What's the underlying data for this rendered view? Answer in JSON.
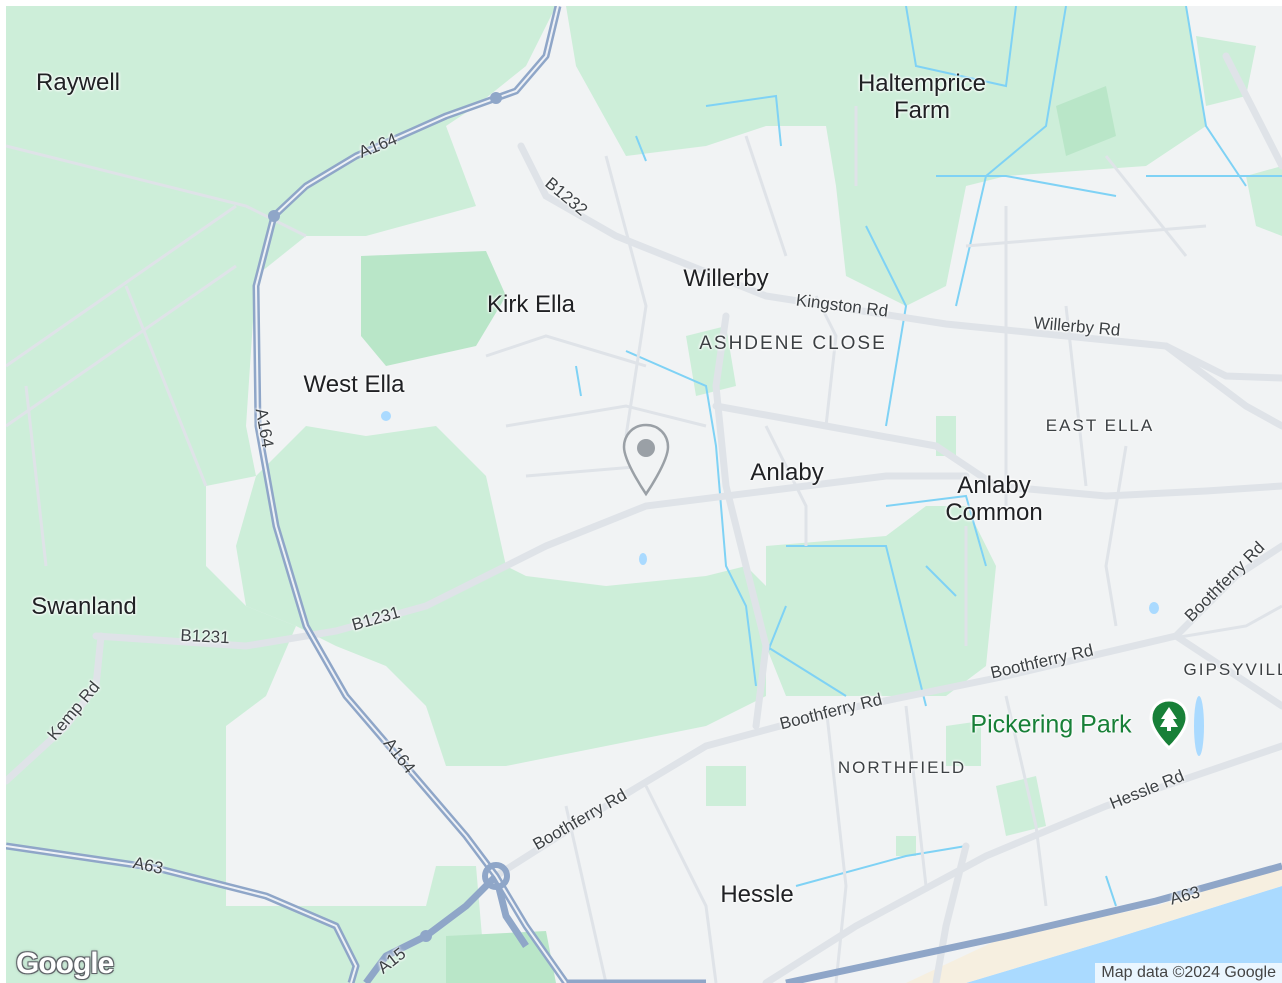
{
  "map": {
    "places": {
      "raywell": "Raywell",
      "haltemprice": "Haltemprice\nFarm",
      "kirk_ella": "Kirk Ella",
      "willerby": "Willerby",
      "west_ella": "West Ella",
      "anlaby": "Anlaby",
      "anlaby_common": "Anlaby\nCommon",
      "swanland": "Swanland",
      "hessle": "Hessle"
    },
    "districts": {
      "ashdene_close": "ASHDENE CLOSE",
      "east_ella": "EAST ELLA",
      "northfield": "NORTHFIELD",
      "gipsyville": "GIPSYVILL"
    },
    "roads": {
      "a164_top": "A164",
      "a164_mid": "A164",
      "a164_low": "A164",
      "b1232": "B1232",
      "kingston_rd": "Kingston Rd",
      "willerby_rd": "Willerby Rd",
      "b1231_left": "B1231",
      "b1231_right": "B1231",
      "kemp_rd": "Kemp Rd",
      "boothferry_rd_1": "Boothferry Rd",
      "boothferry_rd_2": "Boothferry Rd",
      "boothferry_rd_3": "Boothferry Rd",
      "boothferry_rd_4": "Boothferry Rd",
      "hessle_rd": "Hessle Rd",
      "a63_left": "A63",
      "a63_right": "A63",
      "a15": "A15"
    },
    "poi": {
      "pickering_park": "Pickering Park"
    },
    "logo": "Google",
    "attribution": "Map data ©2024 Google",
    "colors": {
      "land": "#f1f3f4",
      "green": "#cdeed9",
      "green_dark": "#b9e6c8",
      "major_road": "#8fa6c8",
      "road": "#dfe3e8",
      "water": "#aadaff",
      "waterway": "#7fd2f5",
      "park_label": "#188038"
    }
  }
}
